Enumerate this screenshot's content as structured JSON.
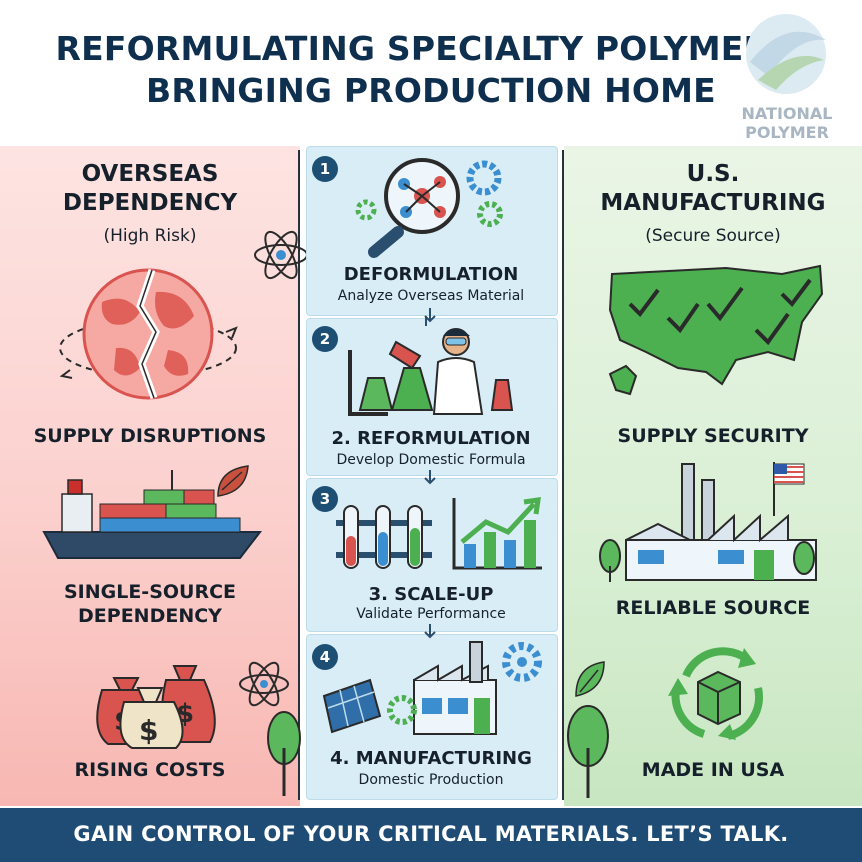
{
  "title": {
    "line1": "REFORMULATING SPECIALTY POLYMERS:",
    "line2": "BRINGING PRODUCTION HOME"
  },
  "logo": {
    "line1": "NATIONAL",
    "line2": "POLYMER"
  },
  "left": {
    "title1": "OVERSEAS",
    "title2": "DEPENDENCY",
    "subtitle": "(High Risk)",
    "items": [
      "SUPPLY DISRUPTIONS",
      "SINGLE-SOURCE",
      "DEPENDENCY",
      "RISING COSTS"
    ]
  },
  "steps": [
    {
      "number": "1",
      "title": "DEFORMULATION",
      "subtitle": "Analyze Overseas Material"
    },
    {
      "number": "2",
      "title": "2. REFORMULATION",
      "subtitle": "Develop Domestic Formula"
    },
    {
      "number": "3",
      "title": "3. SCALE-UP",
      "subtitle": "Validate Performance"
    },
    {
      "number": "4",
      "title": "4. MANUFACTURING",
      "subtitle": "Domestic Production"
    }
  ],
  "right": {
    "title1": "U.S.",
    "title2": "MANUFACTURING",
    "subtitle": "(Secure Source)",
    "items": [
      "SUPPLY SECURITY",
      "RELIABLE SOURCE",
      "MADE IN USA"
    ]
  },
  "footer": {
    "text": "GAIN CONTROL OF YOUR CRITICAL MATERIALS. LET’S TALK."
  },
  "colors": {
    "navy": "#1f4c74",
    "risk_red": "#e0605a",
    "secure_green": "#4caf50",
    "step_blue": "#d9edf7"
  },
  "icons": [
    "broken-globe-icon",
    "cargo-ship-icon",
    "money-bags-icon",
    "atom-icon",
    "magnifier-molecule-icon",
    "scientist-icon",
    "test-tubes-icon",
    "growth-chart-icon",
    "solar-factory-icon",
    "usa-map-icon",
    "factory-flag-icon",
    "recycle-box-icon",
    "tree-icon"
  ]
}
